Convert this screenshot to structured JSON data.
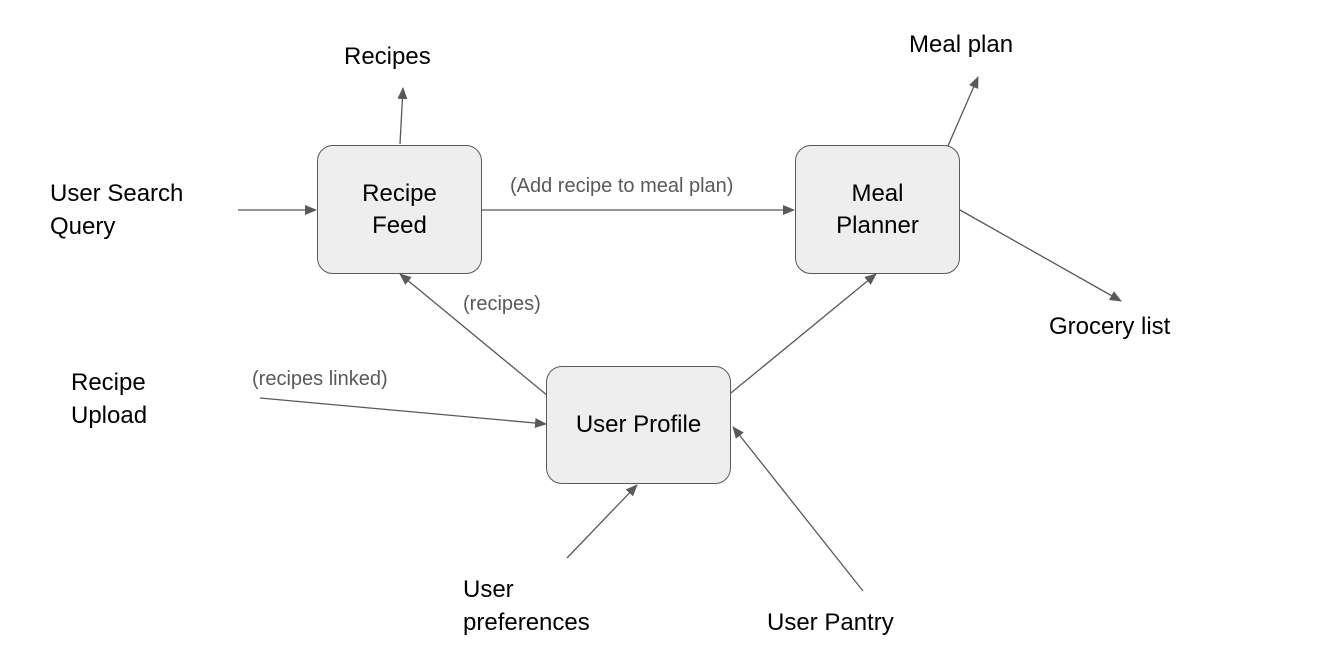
{
  "nodes": {
    "recipe_feed": "Recipe\nFeed",
    "meal_planner": "Meal\nPlanner",
    "user_profile": "User Profile"
  },
  "terminals": {
    "recipes": "Recipes",
    "meal_plan": "Meal plan",
    "user_search_query": "User Search\nQuery",
    "grocery_list": "Grocery list",
    "recipe_upload": "Recipe\nUpload",
    "user_preferences": "User\npreferences",
    "user_pantry": "User Pantry"
  },
  "edge_labels": {
    "add_recipe": "(Add recipe to meal plan)",
    "recipes": "(recipes)",
    "recipes_linked": "(recipes linked)"
  },
  "edges": [
    {
      "from": "recipe_feed",
      "to": "recipes"
    },
    {
      "from": "user_search_query",
      "to": "recipe_feed"
    },
    {
      "from": "recipe_feed",
      "to": "meal_planner",
      "label": "(Add recipe to meal plan)"
    },
    {
      "from": "meal_planner",
      "to": "meal_plan"
    },
    {
      "from": "meal_planner",
      "to": "grocery_list"
    },
    {
      "from": "user_profile",
      "to": "recipe_feed",
      "label": "(recipes)"
    },
    {
      "from": "user_profile",
      "to": "meal_planner"
    },
    {
      "from": "recipe_upload",
      "to": "user_profile",
      "label": "(recipes linked)"
    },
    {
      "from": "user_preferences",
      "to": "user_profile"
    },
    {
      "from": "user_pantry",
      "to": "user_profile"
    }
  ]
}
